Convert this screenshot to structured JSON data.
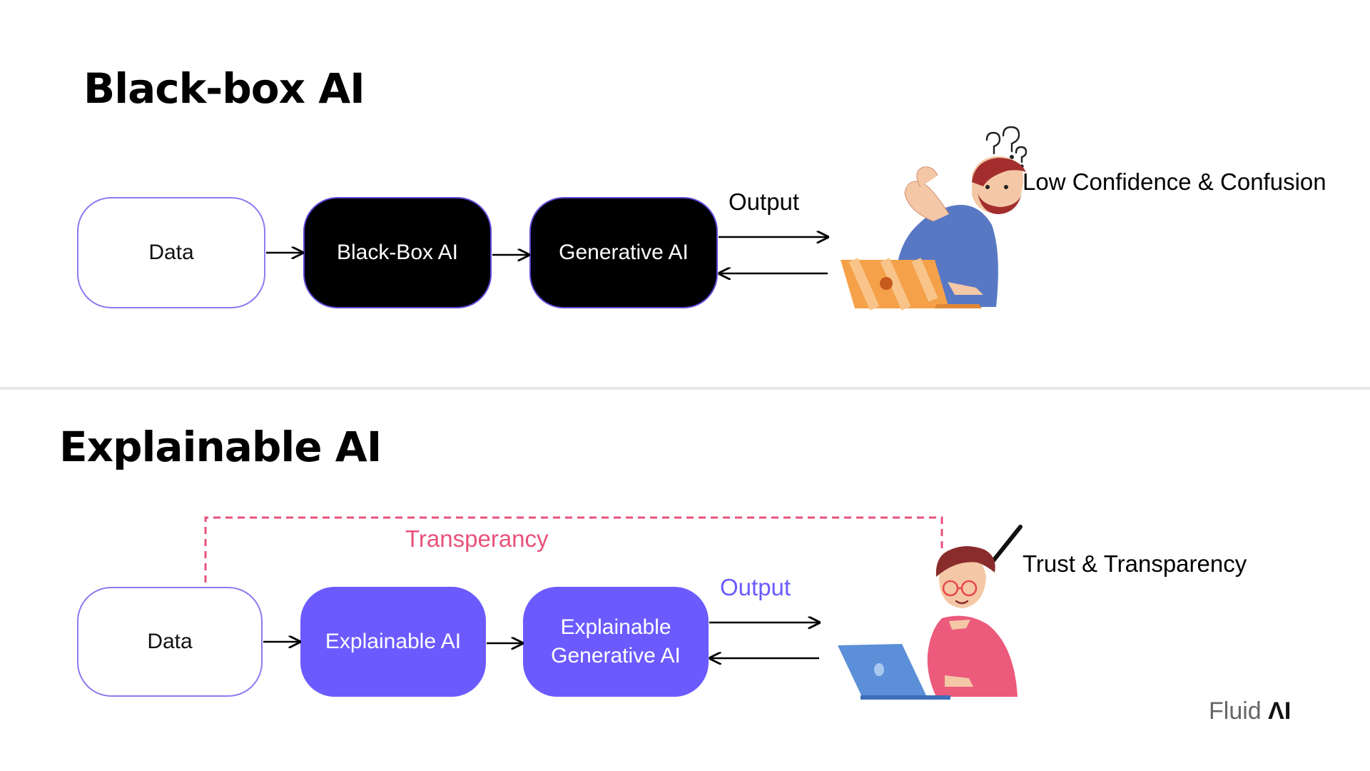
{
  "top": {
    "title": "Black-box AI",
    "nodes": [
      "Data",
      "Black-Box AI",
      "Generative AI"
    ],
    "output_label": "Output",
    "user_caption": "Low Confidence & Confusion"
  },
  "bottom": {
    "title": "Explainable AI",
    "nodes": [
      "Data",
      "Explainable AI",
      "Explainable Generative AI"
    ],
    "output_label": "Output",
    "transparency_label": "Transperancy",
    "user_caption": "Trust & Transparency"
  },
  "brand": {
    "text": "Fluid",
    "mark": "ΛI"
  },
  "colors": {
    "black_box": "#000000",
    "explainable": "#6b5bff",
    "transparency": "#e8527a",
    "output_bottom": "#6b5bff"
  },
  "icons": [
    "question-marks-icon",
    "confused-user-icon",
    "checkmark-icon",
    "happy-user-icon"
  ]
}
